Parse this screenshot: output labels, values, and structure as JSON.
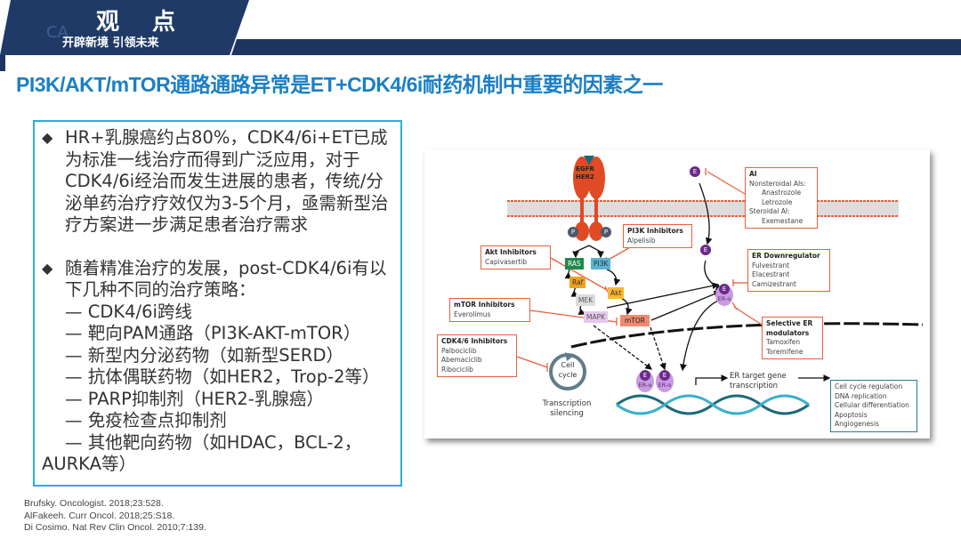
{
  "header": {
    "title": "观 点",
    "subtitle": "开辟新境 引领未来",
    "watermark": "CA"
  },
  "main_title": "PI3K/AKT/mTOR通路通路异常是ET+CDK4/6i耐药机制中重要的因素之一",
  "content": {
    "bullet_icon": "◆",
    "bullet1": "HR+乳腺癌约占80%，CDK4/6i+ET已成为标准一线治疗而得到广泛应用，对于CDK4/6i经治而发生进展的患者，传统/分泌单药治疗疗效仅为3-5个月，亟需新型治疗方案进一步满足患者治疗需求",
    "bullet2": "随着精准治疗的发展，post-CDK4/6i有以下几种不同的治疗策略：",
    "strategies": [
      "— CDK4/6i跨线",
      "— 靶向PAM通路（PI3K-AKT-mTOR）",
      "— 新型内分泌药物（如新型SERD）",
      "— 抗体偶联药物（如HER2，Trop-2等）",
      "— PARP抑制剂（HER2-乳腺癌）",
      "— 免疫检查点抑制剂",
      "— 其他靶向药物（如HDAC，BCL-2，"
    ],
    "strategies_cont": "AURKA等）"
  },
  "references": [
    "Brufsky. Oncologist. 2018;23:528.",
    "AlFakeeh. Curr Oncol. 2018;25:S18.",
    "Di Cosimo. Nat Rev Clin Oncol. 2010;7:139."
  ],
  "figure": {
    "receptor": [
      "EGFR",
      "HER2"
    ],
    "p_label": "P",
    "nodes": {
      "ras": "RAS",
      "pi3k": "PI3K",
      "raf": "Raf",
      "akt": "Akt",
      "mek": "MEK",
      "mapk": "MAPK",
      "mtor": "mTOR"
    },
    "akt_inh": {
      "title": "Akt Inhibitors",
      "drugs": [
        "Capivasertib"
      ]
    },
    "pi3k_inh": {
      "title": "PI3K Inhibitors",
      "drugs": [
        "Alpelisib"
      ]
    },
    "mtor_inh": {
      "title": "mTOR Inhibitors",
      "drugs": [
        "Everolimus"
      ]
    },
    "cdk_inh": {
      "title": "CDK4/6 Inhibitors",
      "drugs": [
        "Palbociclib",
        "Abemaciclib",
        "Ribociclib"
      ]
    },
    "ai": {
      "title": "AI",
      "lines": [
        "Nonsteroidal AIs:",
        "Anastrozole",
        "Letrozole",
        "Steroidal AI:",
        "Exemestane"
      ]
    },
    "er_down": {
      "title": "ER Downregulator",
      "drugs": [
        "Fulvestrant",
        "Elacestrant",
        "Camizestrant"
      ]
    },
    "serm": {
      "title": "Selective ER modulators",
      "drugs": [
        "Tamoxifen",
        "Toremifene"
      ]
    },
    "e_label": "E",
    "er_label": "ER-α",
    "cell_cycle": "Cell cycle",
    "transcription_silencing": "Transcription silencing",
    "er_target": "ER target gene transcription",
    "outcomes": [
      "Cell cycle regulation",
      "DNA replication",
      "Cellular differentiation",
      "Apoptosis",
      "Angiogenesis"
    ],
    "colors": {
      "inhibitor_border": "#e8603c",
      "er": "#c99be0",
      "estrogen": "#6b2a8a",
      "dna": "#2a9ab8"
    }
  }
}
